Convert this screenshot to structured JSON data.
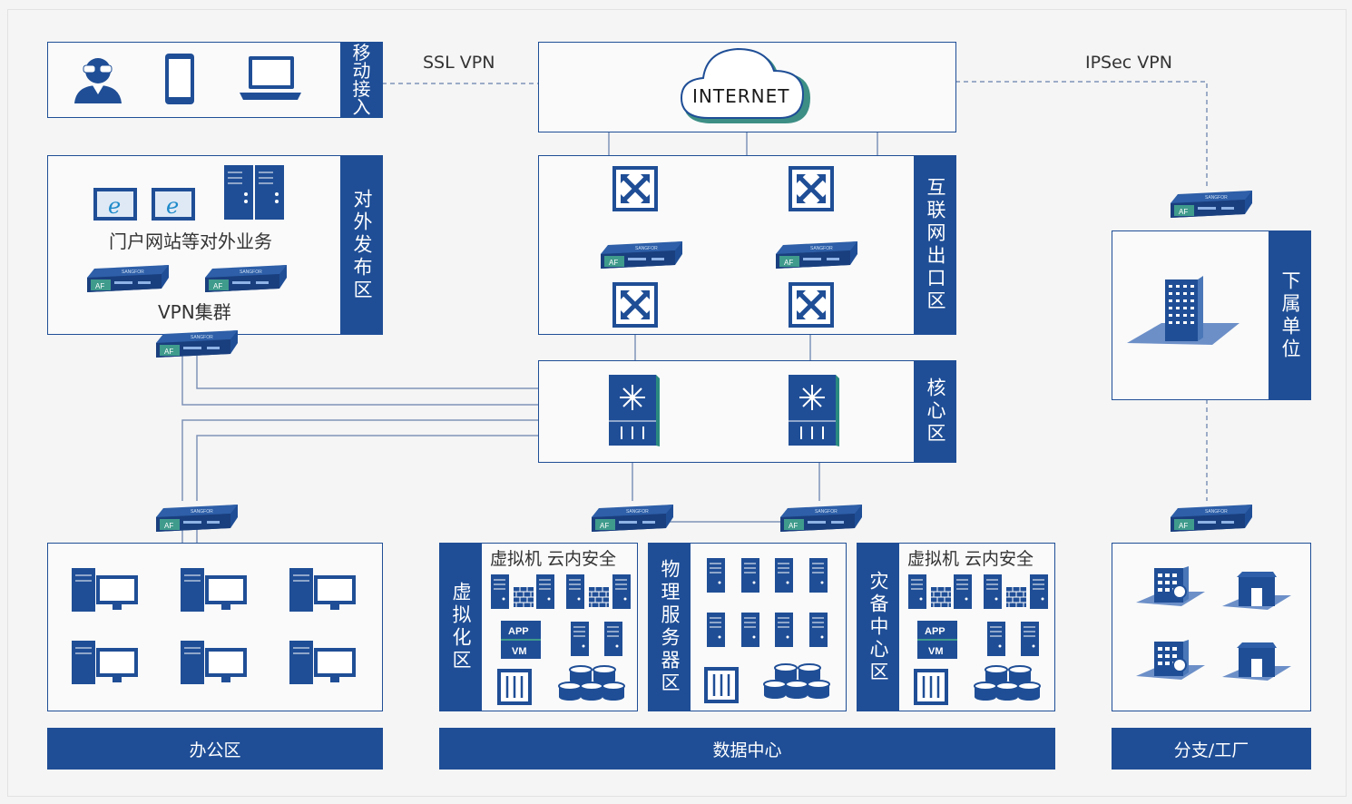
{
  "vpn": {
    "ssl": "SSL VPN",
    "ipsec": "IPSec VPN"
  },
  "internet": {
    "label": "INTERNET"
  },
  "zones": {
    "mobile": "移动接入",
    "external": "对外发布区",
    "internet_exit": "互联网出口区",
    "core": "核心区",
    "subordinate": "下属单位",
    "virtualization": "虚拟化区",
    "physical_server": "物理服务器区",
    "disaster_recovery": "灾备中心区"
  },
  "external_area": {
    "portal_text": "门户网站等对外业务",
    "vpn_cluster": "VPN集群"
  },
  "vm_security": {
    "virtualization": "虚拟机  云内安全",
    "disaster_recovery": "虚拟机  云内安全"
  },
  "app_vm": {
    "app": "APP",
    "vm": "VM"
  },
  "bottom": {
    "office": "办公区",
    "datacenter": "数据中心",
    "branch": "分支/工厂"
  },
  "device": {
    "af": "AF",
    "brand": "SANGFOR"
  },
  "colors": {
    "primary": "#1f4e96",
    "accent": "#2e7d8f",
    "line": "#8aa0c4"
  }
}
